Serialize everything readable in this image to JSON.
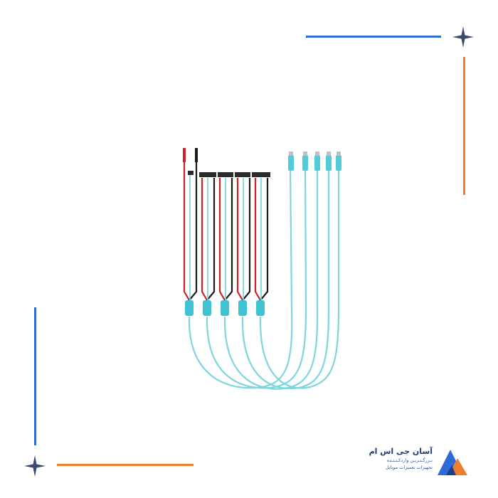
{
  "brand": {
    "name": "آسان جی اس ام",
    "tagline1": "بـزرگـتـریـن واردکـنـنـده",
    "tagline2": "تجهیزات تعمیرات موبایل"
  },
  "product": {
    "alt": "Cable set with probe leads and USB connectors"
  },
  "colors": {
    "accent_blue": "#2f6bd8",
    "accent_orange": "#ef7f2a",
    "cable": "#5fd0dc",
    "red_lead": "#d0202a",
    "black_lead": "#1a1a1a"
  }
}
